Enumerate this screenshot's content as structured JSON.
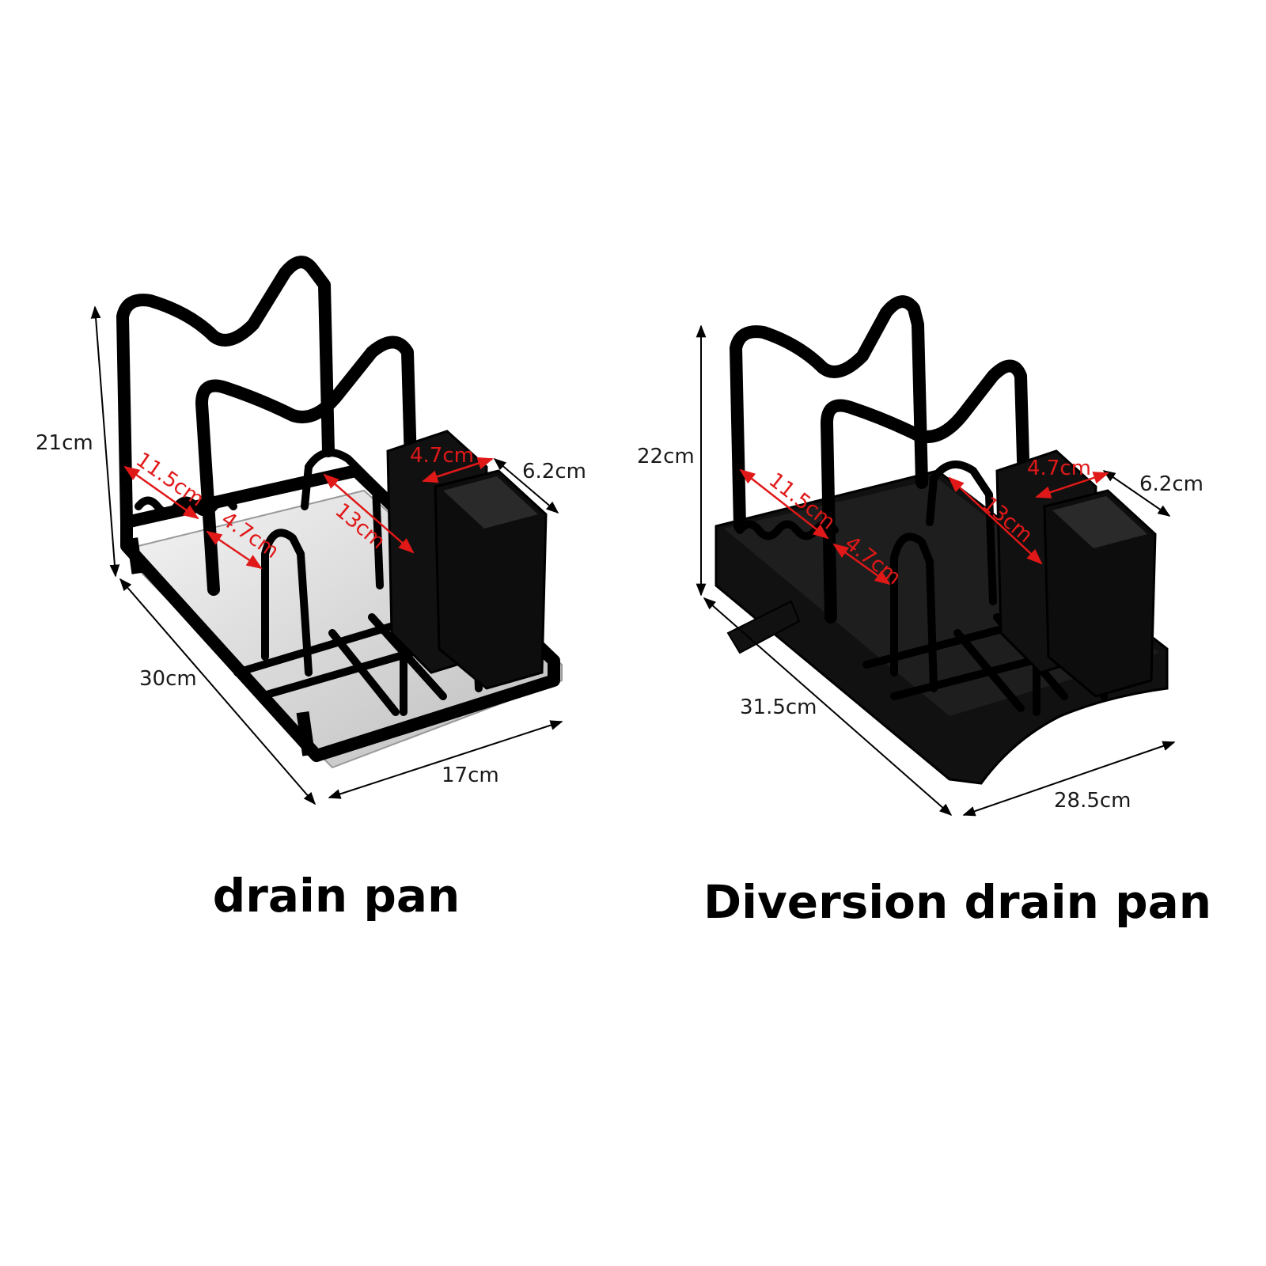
{
  "left_product": {
    "caption": "drain pan",
    "height_label": "21cm",
    "length_label": "30cm",
    "width_label": "17cm",
    "board_gap_label": "11.5cm",
    "lid_gap_label": "4.7cm",
    "plate_depth_label": "13cm",
    "cup_width_label": "4.7cm",
    "cup_depth_label": "6.2cm",
    "tray_color": "#e6e6e6"
  },
  "right_product": {
    "caption": "Diversion drain pan",
    "height_label": "22cm",
    "length_label": "31.5cm",
    "width_label": "28.5cm",
    "board_gap_label": "11.5cm",
    "lid_gap_label": "4.7cm",
    "plate_depth_label": "13cm",
    "cup_width_label": "4.7cm",
    "cup_depth_label": "6.2cm",
    "tray_color": "#111111"
  },
  "colors": {
    "rack": "#000000",
    "red_dimension": "#e01818",
    "black_dimension": "#1a1a1a"
  }
}
